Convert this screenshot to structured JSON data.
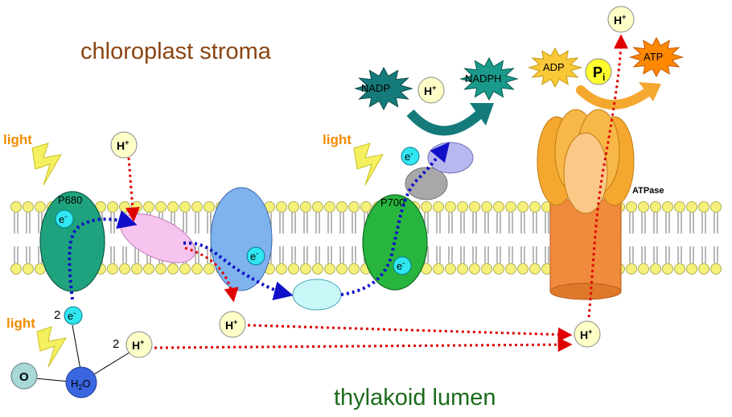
{
  "regions": {
    "stroma": "chloroplast stroma",
    "lumen": "thylakoid lumen"
  },
  "light_labels": [
    "light",
    "light",
    "light"
  ],
  "complexes": {
    "psii": "P680",
    "psi": "P700",
    "atp_synthase": "ATPase"
  },
  "molecules": {
    "proton_symbol": "H",
    "proton_charge": "+",
    "electron_symbol": "e",
    "electron_charge": "-",
    "water_h": "H",
    "water_sub": "2",
    "water_o": "O",
    "oxygen": "O",
    "two_electrons_coef": "2",
    "two_protons_coef": "2",
    "nadp": "NADP",
    "nadph": "NADPH",
    "adp": "ADP",
    "pi_p": "P",
    "pi_sub": "i",
    "atp": "ATP"
  },
  "colors": {
    "membrane_head": "#f5f07a",
    "psii": "#1fa37e",
    "psi": "#27b53f",
    "plastoquinone": "#f7c3ef",
    "cytochrome": "#7fb3ee",
    "plastocyanin": "#c9f7f7",
    "ferredoxin": "#b8b8f0",
    "fnr": "#a8a8a8",
    "atp_stalk": "#f08a3c",
    "atp_head": "#f5b040",
    "proton_fill": "#ffffc8",
    "electron_fill": "#30e6f0",
    "electron_path": "#1010c8",
    "proton_path": "#e00000",
    "water": "#3a66e0",
    "oxygen": "#a8d8d8",
    "nadp": "#157a7a",
    "adp": "#f8c838",
    "atp": "#ff8800",
    "stroma_text": "#8b4513",
    "lumen_text": "#1b6b1b",
    "light_text": "#f28c00"
  }
}
